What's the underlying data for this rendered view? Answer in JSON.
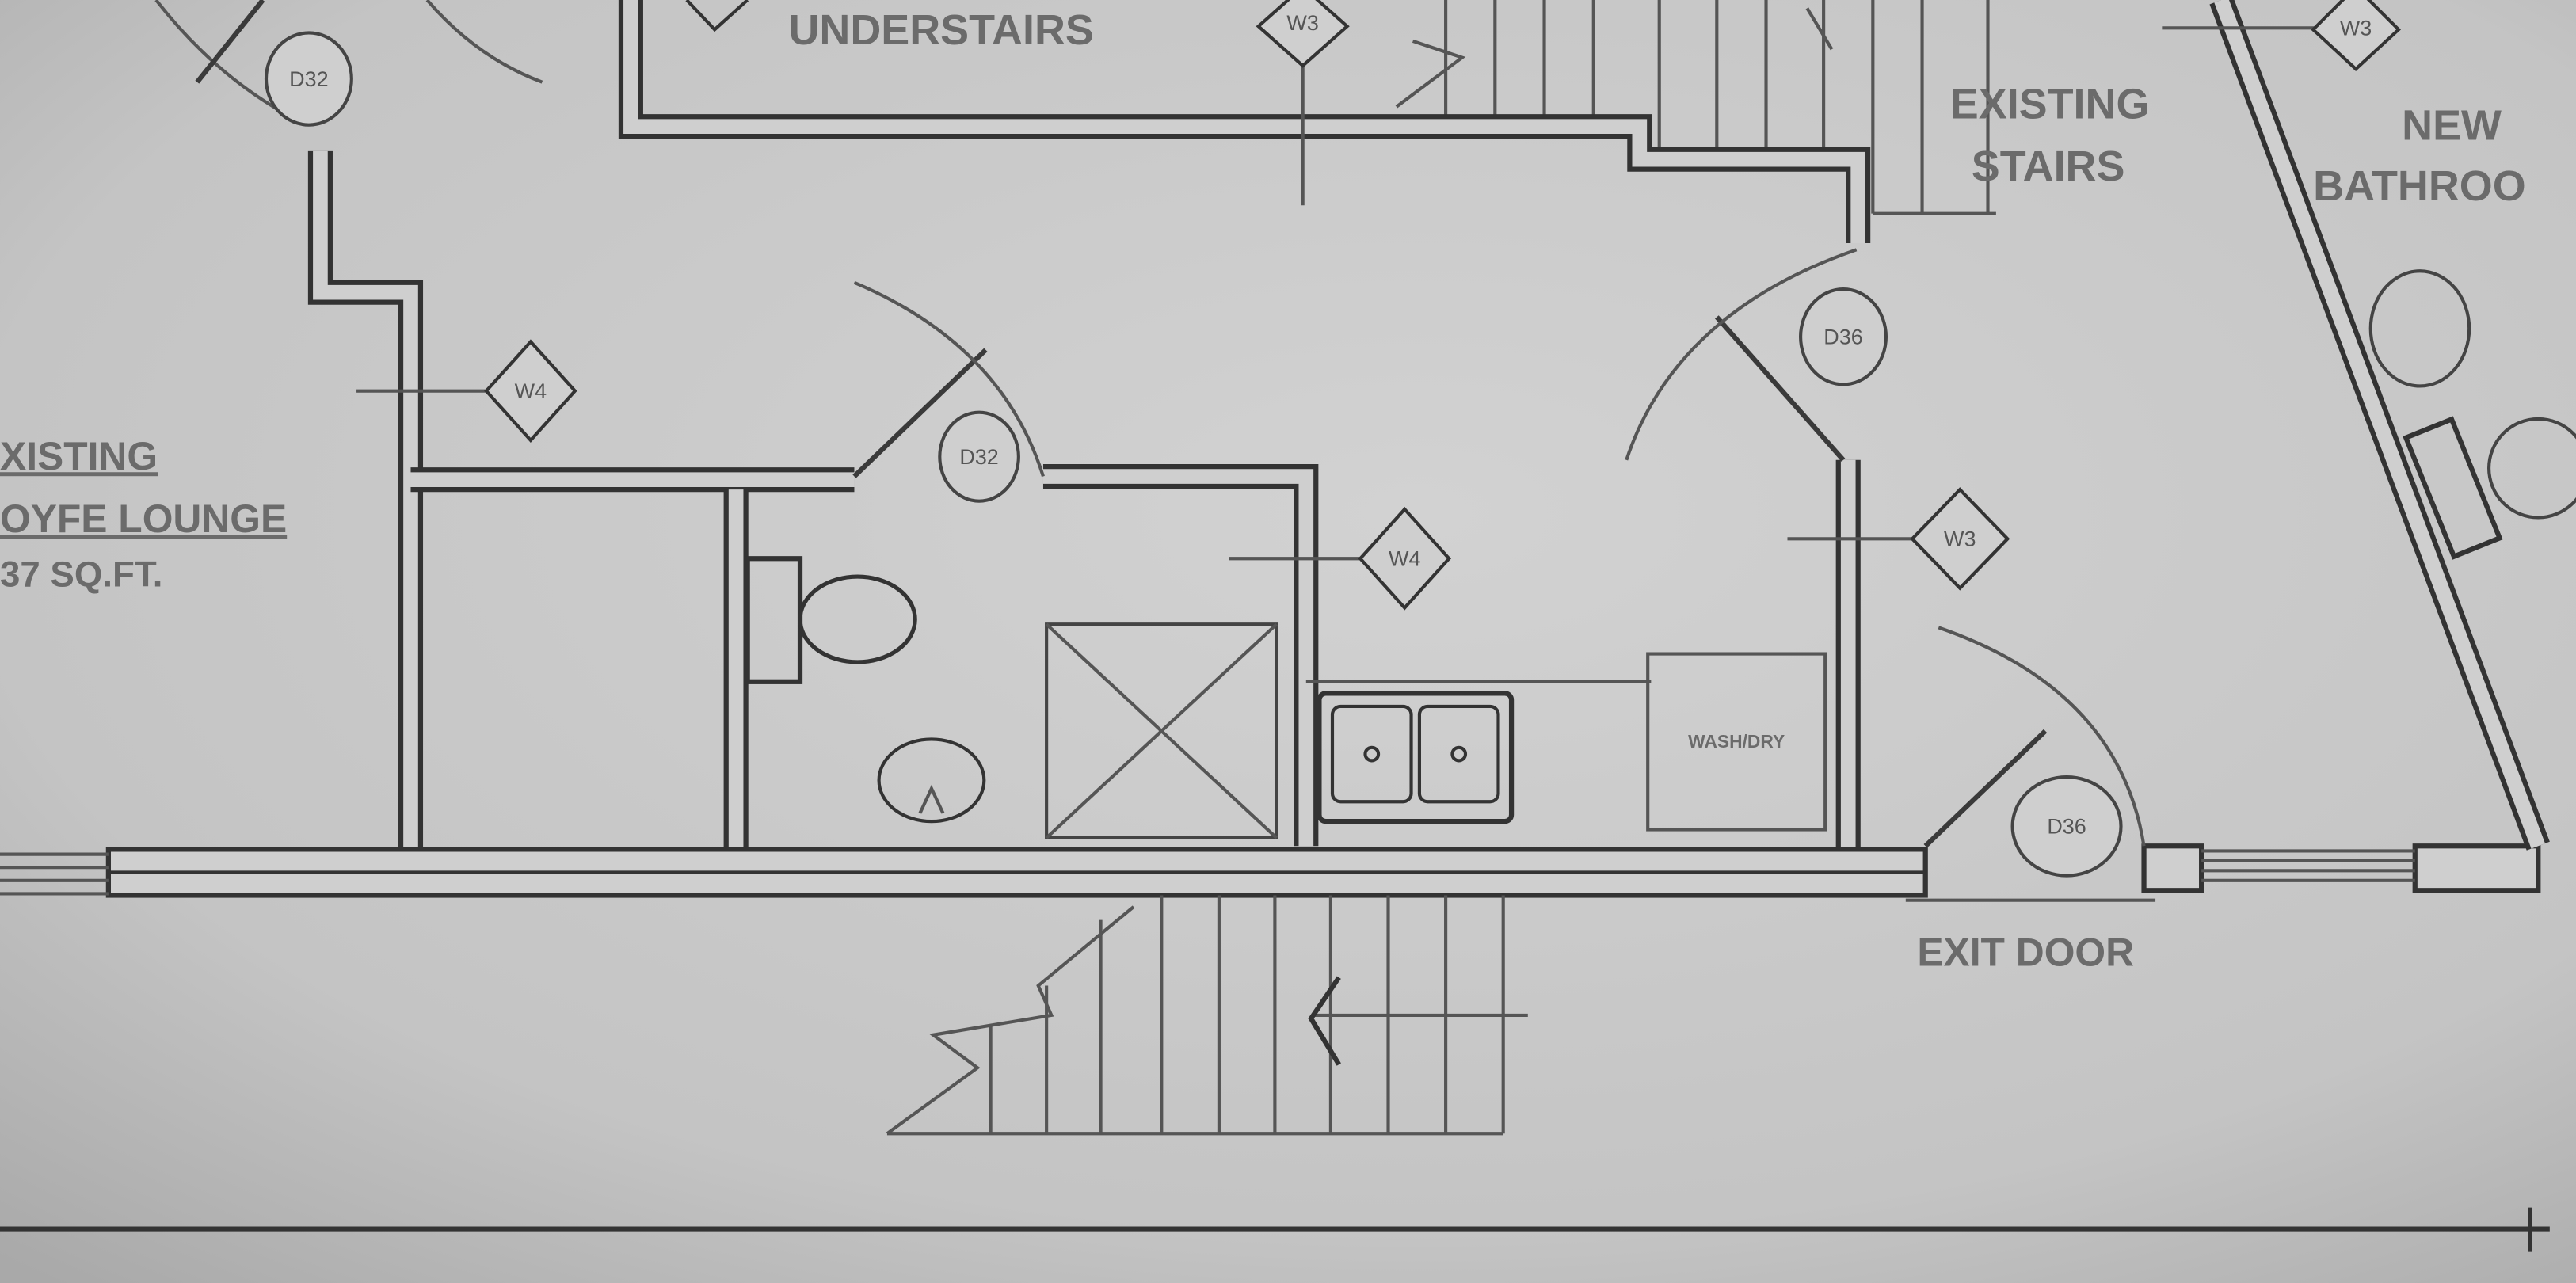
{
  "labels": {
    "understairs": "UNDERSTAIRS",
    "existing_stairs_1": "EXISTING",
    "existing_stairs_2": "STAIRS",
    "new_bathroom_1": "NEW",
    "new_bathroom_2": "BATHROO",
    "lounge_1": "XISTING",
    "lounge_2": "OYFE LOUNGE",
    "lounge_3": "37 SQ.FT.",
    "exit_door": "EXIT DOOR",
    "wash_dry": "WASH/DRY"
  },
  "tags": {
    "d32_top": "D32",
    "d32_bath": "D32",
    "d36_upper": "D36",
    "d36_exit": "D36",
    "w4_left": "W4",
    "w4_mid": "W4",
    "w3_right": "W3",
    "w3_top": "W3",
    "w3_topright": "W3"
  },
  "colors": {
    "paper": "#c9c9c9",
    "ink": "#333333"
  }
}
